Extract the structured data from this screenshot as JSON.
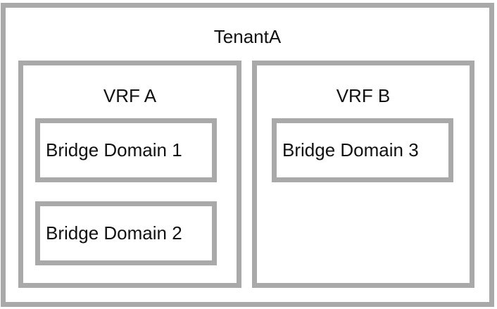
{
  "tenant": {
    "label": "TenantA",
    "vrfs": [
      {
        "label": "VRF A",
        "bridge_domains": [
          "Bridge Domain 1",
          "Bridge Domain 2"
        ]
      },
      {
        "label": "VRF B",
        "bridge_domains": [
          "Bridge Domain 3"
        ]
      }
    ]
  },
  "colors": {
    "border": "#a9a9a9",
    "background": "#ffffff",
    "text": "#111111"
  }
}
